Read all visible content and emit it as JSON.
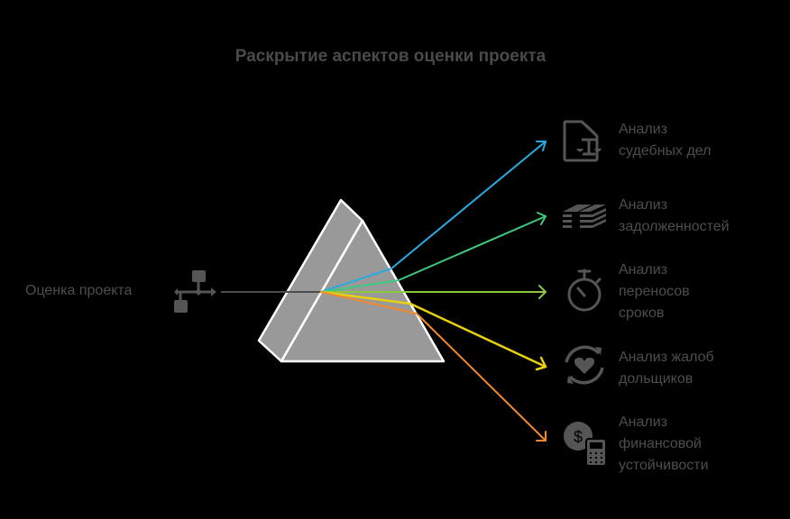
{
  "title": "Раскрытие аспектов оценки проекта",
  "source": {
    "label": "Оценка проекта",
    "icon": "flow-chart-icon",
    "beam_color": "#4d4d4d"
  },
  "prism": {
    "fill": "#999999",
    "stroke": "#ffffff"
  },
  "outputs": [
    {
      "line1": "Анализ",
      "line2": "судебных дел",
      "line3": "",
      "icon": "legal-document-scales-icon",
      "color": "#29abe2"
    },
    {
      "line1": "Анализ",
      "line2": "задолженностей",
      "line3": "",
      "icon": "debt-stack-icon",
      "color": "#3ec97f"
    },
    {
      "line1": "Анализ",
      "line2": "переносов",
      "line3": "сроков",
      "icon": "stopwatch-icon",
      "color": "#8dc63f"
    },
    {
      "line1": "Анализ жалоб",
      "line2": "дольщиков",
      "line3": "",
      "icon": "heart-refresh-icon",
      "color": "#e8d10f"
    },
    {
      "line1": "Анализ",
      "line2": "финансовой",
      "line3": "устойчивости",
      "icon": "money-calculator-icon",
      "color": "#f0892f"
    }
  ],
  "icon_color": "#555555"
}
